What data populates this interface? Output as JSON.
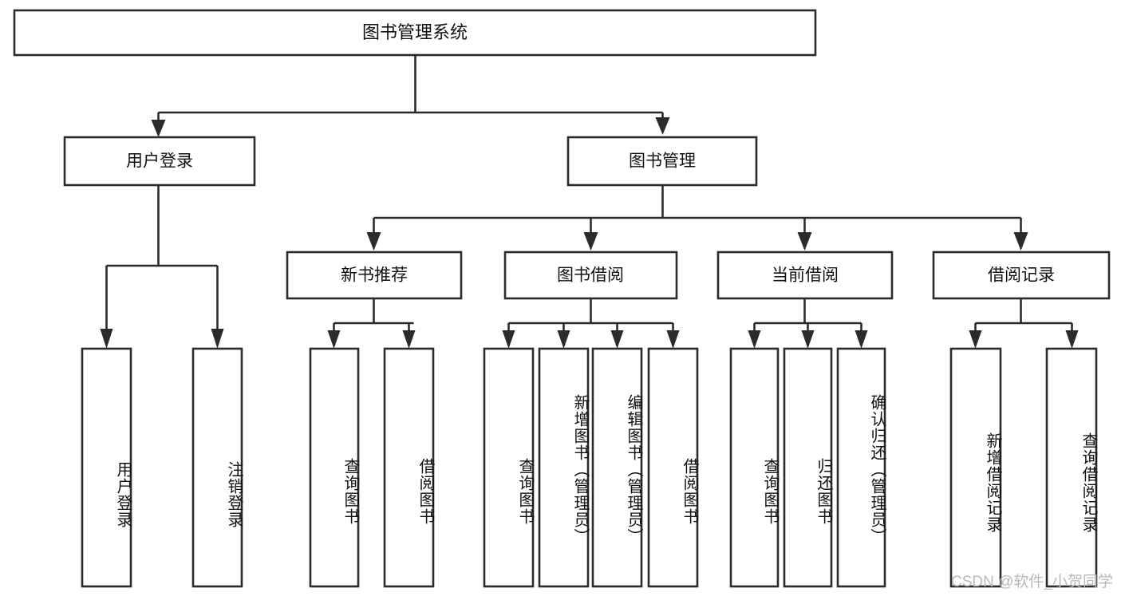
{
  "diagram": {
    "type": "tree",
    "title": "图书管理系统",
    "watermark": "CSDN @软件_小贺同学",
    "colors": {
      "stroke": "#2b2b2b",
      "fill": "#ffffff",
      "text": "#111111",
      "watermark": "#b9b9b9"
    },
    "root": {
      "label": "图书管理系统"
    },
    "level1": [
      {
        "label": "用户登录"
      },
      {
        "label": "图书管理"
      }
    ],
    "level2": [
      {
        "label": "新书推荐"
      },
      {
        "label": "图书借阅"
      },
      {
        "label": "当前借阅"
      },
      {
        "label": "借阅记录"
      }
    ],
    "leaves": {
      "user_login": [
        {
          "label": "用户登录"
        },
        {
          "label": "注销登录"
        }
      ],
      "new_book_recommend": [
        {
          "label": "查询图书"
        },
        {
          "label": "借阅图书"
        }
      ],
      "book_borrow": [
        {
          "label": "查询图书"
        },
        {
          "label": "新增图书（管理员）"
        },
        {
          "label": "编辑图书（管理员）"
        },
        {
          "label": "借阅图书"
        }
      ],
      "current_borrow": [
        {
          "label": "查询图书"
        },
        {
          "label": "归还图书"
        },
        {
          "label": "确认归还（管理员）"
        }
      ],
      "borrow_record": [
        {
          "label": "新增借阅记录"
        },
        {
          "label": "查询借阅记录"
        }
      ]
    }
  }
}
